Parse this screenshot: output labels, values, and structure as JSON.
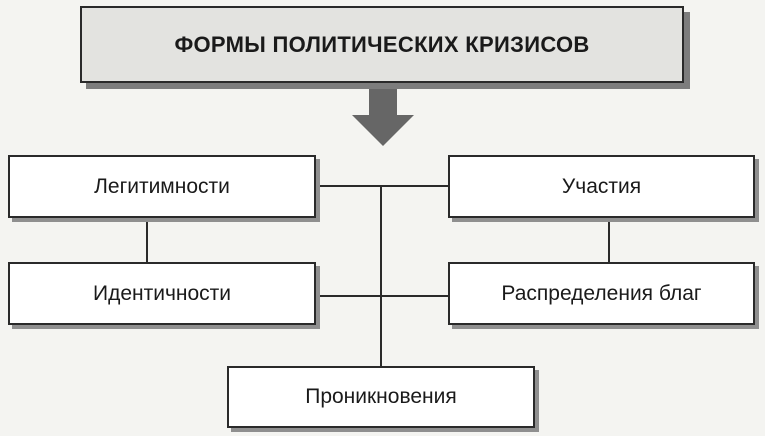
{
  "title": "ФОРМЫ ПОЛИТИЧЕСКИХ КРИЗИСОВ",
  "forms": {
    "legitimacy": "Легитимности",
    "identity": "Идентичности",
    "participation": "Участия",
    "distribution": "Распределения благ",
    "penetration": "Проникновения"
  },
  "colors": {
    "line": "#2a2a2a",
    "arrow": "#666666",
    "title_fill": "#e3e3e0"
  }
}
